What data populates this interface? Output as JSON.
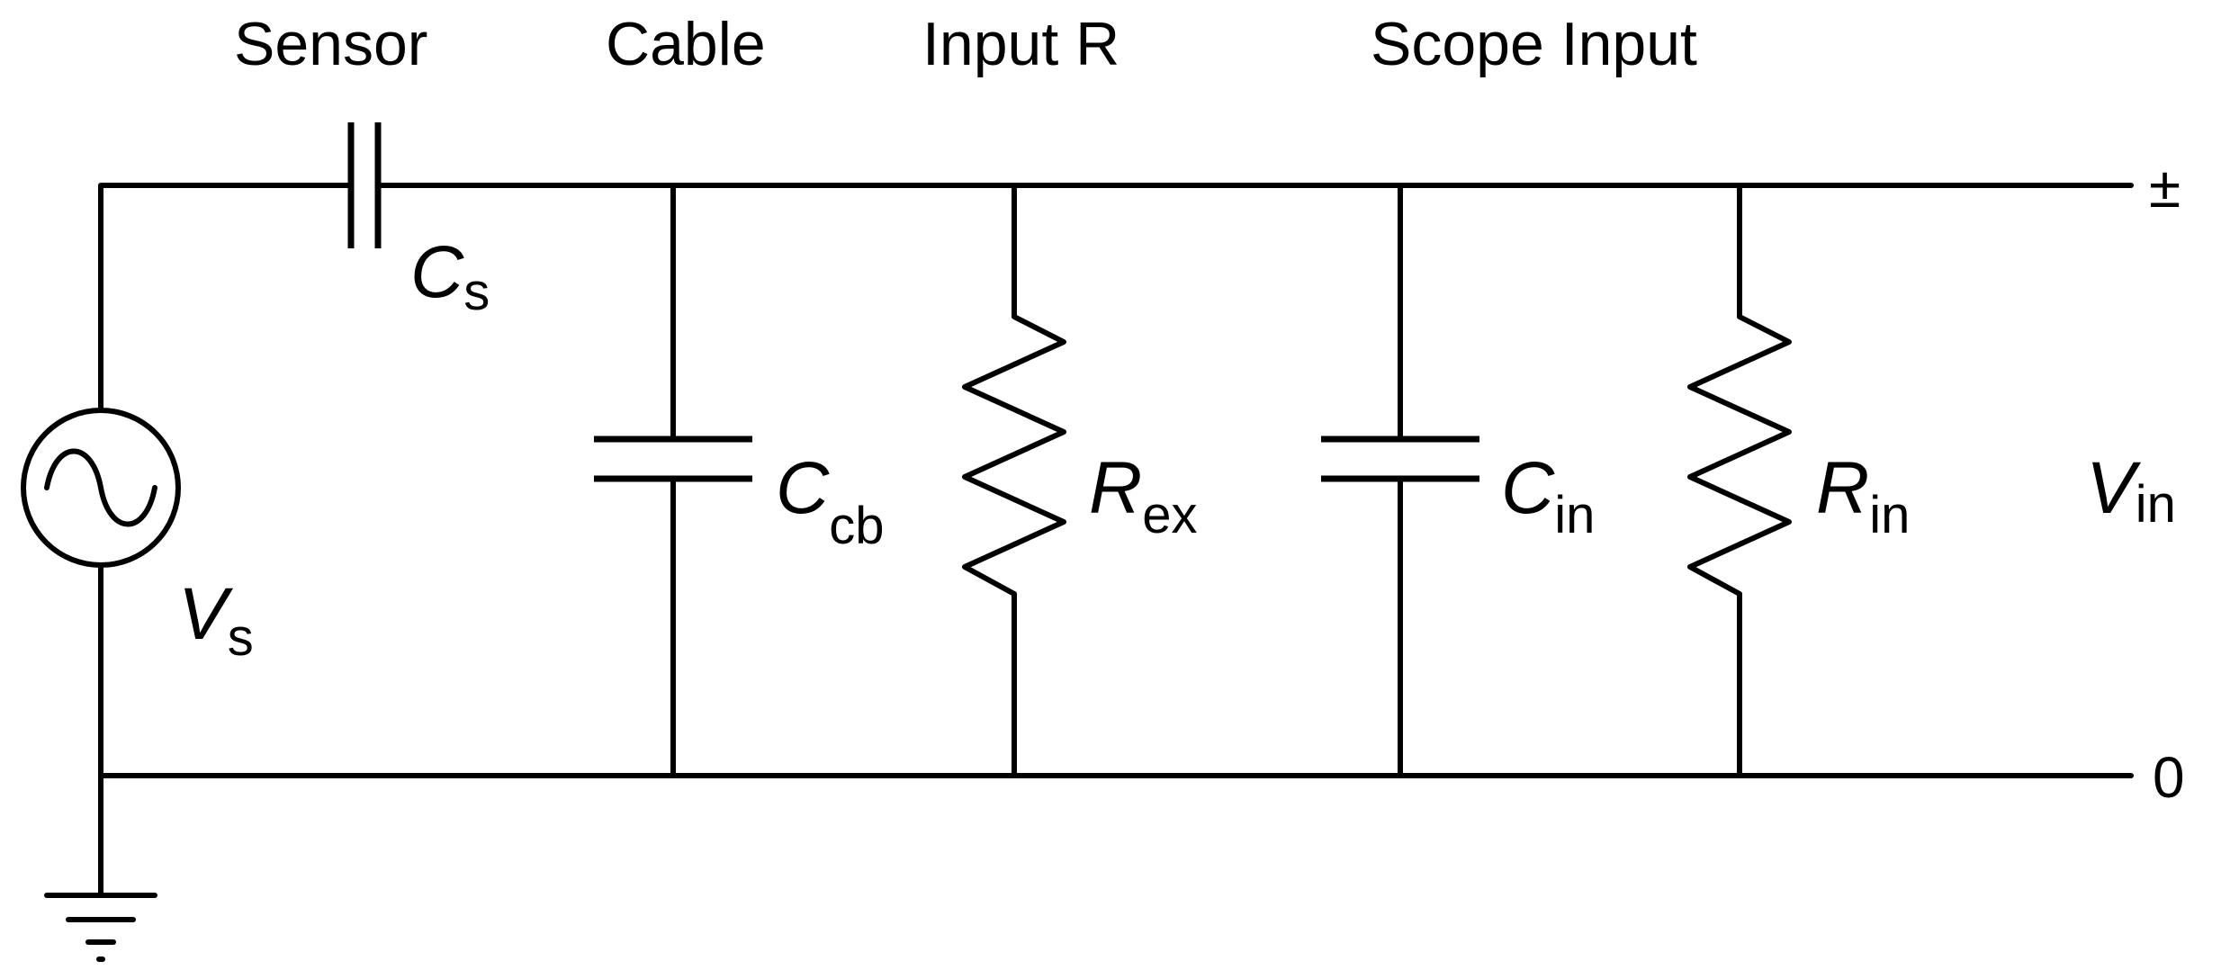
{
  "headers": {
    "sensor": "Sensor",
    "cable": "Cable",
    "input_r": "Input R",
    "scope_input": "Scope Input"
  },
  "components": {
    "cs": {
      "symbol": "C",
      "subscript": "s"
    },
    "ccb": {
      "symbol": "C",
      "subscript": "cb"
    },
    "rex": {
      "symbol": "R",
      "subscript": "ex"
    },
    "cin": {
      "symbol": "C",
      "subscript": "in"
    },
    "rin": {
      "symbol": "R",
      "subscript": "in"
    },
    "vs": {
      "symbol": "V",
      "subscript": "s"
    },
    "vin": {
      "symbol": "V",
      "subscript": "in"
    }
  },
  "terminals": {
    "top": "±",
    "bottom": "0"
  }
}
